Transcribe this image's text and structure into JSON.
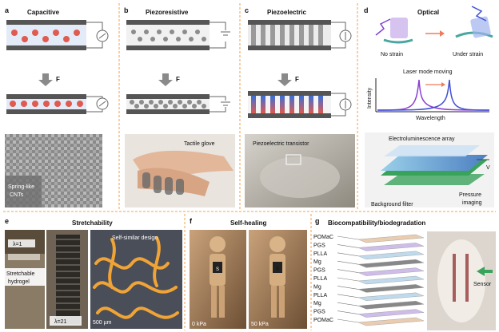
{
  "panels": {
    "a": {
      "letter": "a",
      "title": "Capacitive",
      "force": "F",
      "photo_caption": "Spring-like\nCNTs",
      "photo_caption_line1": "Spring-like",
      "photo_caption_line2": "CNTs"
    },
    "b": {
      "letter": "b",
      "title": "Piezoresistive",
      "force": "F",
      "photo_caption": "Tactile glove"
    },
    "c": {
      "letter": "c",
      "title": "Piezoelectric",
      "force": "F",
      "photo_caption": "Piezoelectric transistor"
    },
    "d": {
      "letter": "d",
      "title": "Optical",
      "no_strain": "No strain",
      "under_strain": "Under strain",
      "laser_label": "Laser mode moving",
      "y_axis": "Intensity",
      "x_axis": "Wavelength",
      "array_title": "Electroluminescence array",
      "voltage": "V",
      "pressure_imaging_1": "Pressure",
      "pressure_imaging_2": "imaging",
      "background_filter": "Background filter"
    },
    "e": {
      "letter": "e",
      "title": "Stretchability",
      "lambda1": "λ=1",
      "lambda21": "λ=21",
      "hydrogel_1": "Stretchable",
      "hydrogel_2": "hydrogel",
      "self_similar": "Self-similar design",
      "scale": "500 µm"
    },
    "f": {
      "letter": "f",
      "title": "Self-healing",
      "left_caption": "0 kPa",
      "right_caption": "50 kPa"
    },
    "g": {
      "letter": "g",
      "title": "Biocompatibility/biodegradation",
      "layers": [
        "POMaC",
        "PGS",
        "PLLA",
        "Mg",
        "PGS",
        "PLLA",
        "Mg",
        "PLLA",
        "Mg",
        "PGS",
        "POMaC"
      ],
      "sensor": "Sensor"
    }
  },
  "colors": {
    "divider": "#f0a04b",
    "electrode": "#555555",
    "plus_charge": "#e05a4f",
    "minus_charge": "#3b6fd8",
    "laser_purple": "#8a3fd1",
    "laser_blue": "#3f4fd6",
    "arrow": "#f07a5a"
  }
}
